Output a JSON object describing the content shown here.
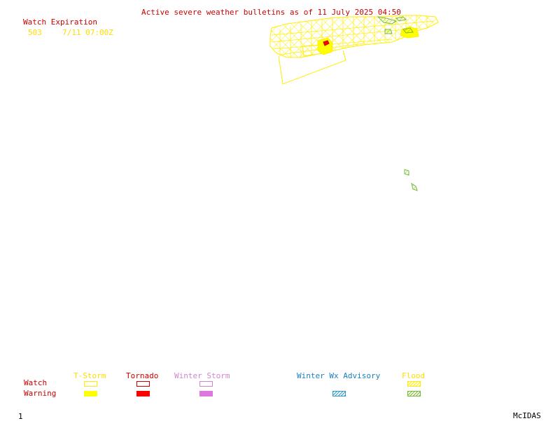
{
  "header": {
    "title": "Active severe weather bulletins as of 11 July 2025 04:50"
  },
  "expiration": {
    "heading": "Watch Expiration",
    "entries": [
      {
        "watch": "503",
        "time": "7/11 07:00Z"
      }
    ]
  },
  "legend": {
    "row_labels": {
      "watch": "Watch",
      "warning": "Warning"
    },
    "categories": [
      {
        "key": "tstorm",
        "label": "T-Storm",
        "color": "#ffff00"
      },
      {
        "key": "tornado",
        "label": "Tornado",
        "color": "#ff0000"
      },
      {
        "key": "winter_storm",
        "label": "Winter Storm",
        "color": "#dd77dd"
      },
      {
        "key": "winter_wx",
        "label": "Winter Wx Advisory",
        "color": "#3399cc"
      },
      {
        "key": "flood",
        "label": "Flood",
        "color": "#88cc44"
      }
    ]
  },
  "footer": {
    "frame": "1",
    "brand": "McIDAS"
  }
}
